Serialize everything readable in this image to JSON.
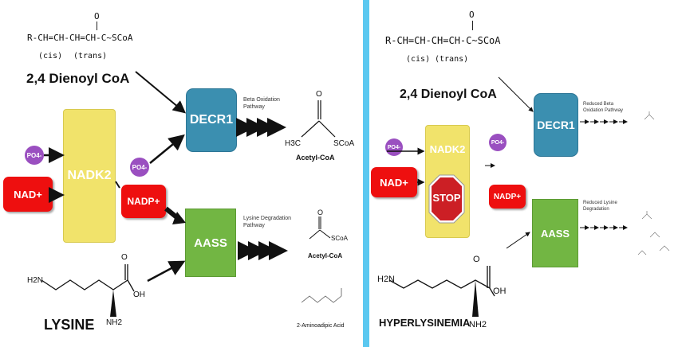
{
  "left": {
    "structure_line1": "R-CH=CH-CH=CH-C~SCoA",
    "oxygen": "O",
    "cis": "(cis)",
    "trans": "(trans)",
    "compound": "2,4 Dienoyl CoA",
    "decr1": "DECR1",
    "nadk2": "NADK2",
    "aass": "AASS",
    "nad": "NAD+",
    "nadp": "NADP+",
    "po4_a": "PO4-",
    "po4_b": "PO4-",
    "beta_pathway_1": "Beta Oxidation",
    "beta_pathway_2": "Pathway",
    "lysine_pathway_1": "Lysine Degradation",
    "lysine_pathway_2": "Pathway",
    "acetyl_coa_1": "Acetyl-CoA",
    "acetyl_coa_2": "Acetyl-CoA",
    "h3c": "H3C",
    "scoa_1": "SCoA",
    "scoa_2": "SCoA",
    "o_1": "O",
    "o_2": "O",
    "lysine": "LYSINE",
    "h2n": "H2N",
    "oh": "OH",
    "nh2": "NH2",
    "o_lys": "O",
    "aminoadipic": "2-Aminoadipic Acid"
  },
  "right": {
    "structure_line1": "R-CH=CH-CH=CH-C~SCoA",
    "oxygen": "O",
    "cis": "(cis)",
    "trans": "(trans)",
    "compound": "2,4 Dienoyl CoA",
    "decr1": "DECR1",
    "nadk2": "NADK2",
    "aass": "AASS",
    "nad": "NAD+",
    "nadp": "NADP+",
    "po4_a": "PO4-",
    "po4_b": "PO4-",
    "stop": "STOP",
    "reduced_beta_1": "Reduced Beta",
    "reduced_beta_2": "Oxidation Pathway",
    "reduced_lysine_1": "Reduced Lysine",
    "reduced_lysine_2": "Degradation",
    "hyperlysinemia": "HYPERLYSINEMIA",
    "h2n": "H2N",
    "oh": "OH",
    "nh2": "NH2",
    "o_lys": "O"
  },
  "colors": {
    "decr": "#3b8fb0",
    "nadk": "#f1e36b",
    "aass": "#72b643",
    "red": "#ee0f0f",
    "po4": "#9a4fc0",
    "divider": "#5bc8f0"
  }
}
